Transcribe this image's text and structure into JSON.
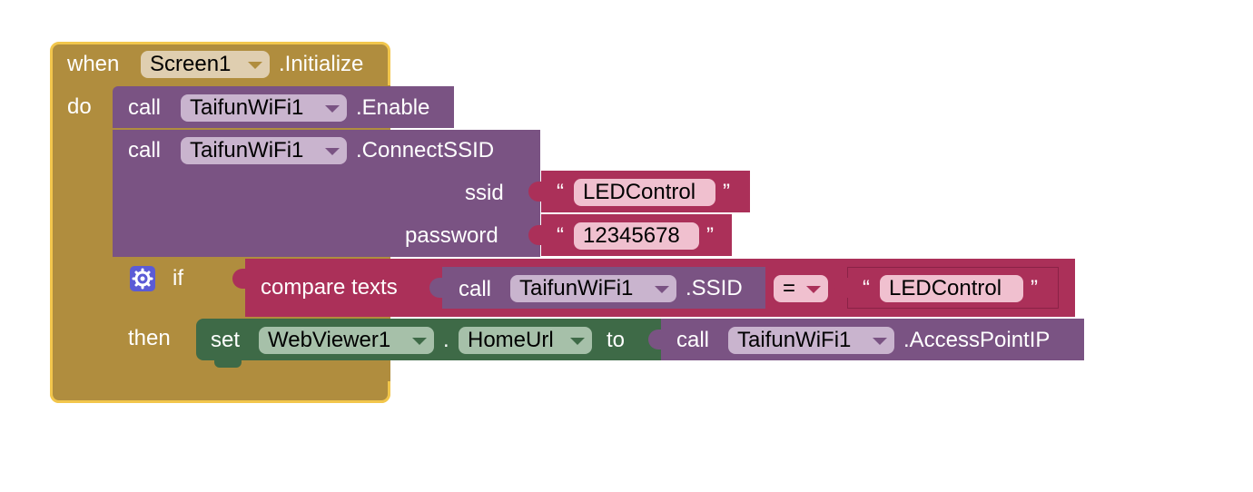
{
  "event_block": {
    "when_label": "when",
    "component": "Screen1",
    "event": ".Initialize",
    "do_label": "do"
  },
  "enable_block": {
    "call_label": "call",
    "component": "TaifunWiFi1",
    "method": ".Enable"
  },
  "connect_block": {
    "call_label": "call",
    "component": "TaifunWiFi1",
    "method": ".ConnectSSID",
    "ssid_label": "ssid",
    "ssid_value": "LEDControl",
    "password_label": "password",
    "password_value": "12345678"
  },
  "if_block": {
    "if_label": "if",
    "then_label": "then",
    "compare_label": "compare texts",
    "ssid_call_label": "call",
    "ssid_component": "TaifunWiFi1",
    "ssid_property": ".SSID",
    "operator": "=",
    "compare_value": "LEDControl"
  },
  "set_block": {
    "set_label": "set",
    "component": "WebViewer1",
    "dot": ".",
    "property": "HomeUrl",
    "to_label": "to",
    "ap_call_label": "call",
    "ap_component": "TaifunWiFi1",
    "ap_method": ".AccessPointIP"
  },
  "quote_open": "“",
  "quote_close": "”",
  "colors": {
    "event_olive": "#b08d3e",
    "event_border": "#f2c64c",
    "component_purple": "#7a5383",
    "text_crimson": "#ab3059",
    "setter_green": "#3e6a47",
    "gear_blue": "#5b5bd6"
  }
}
